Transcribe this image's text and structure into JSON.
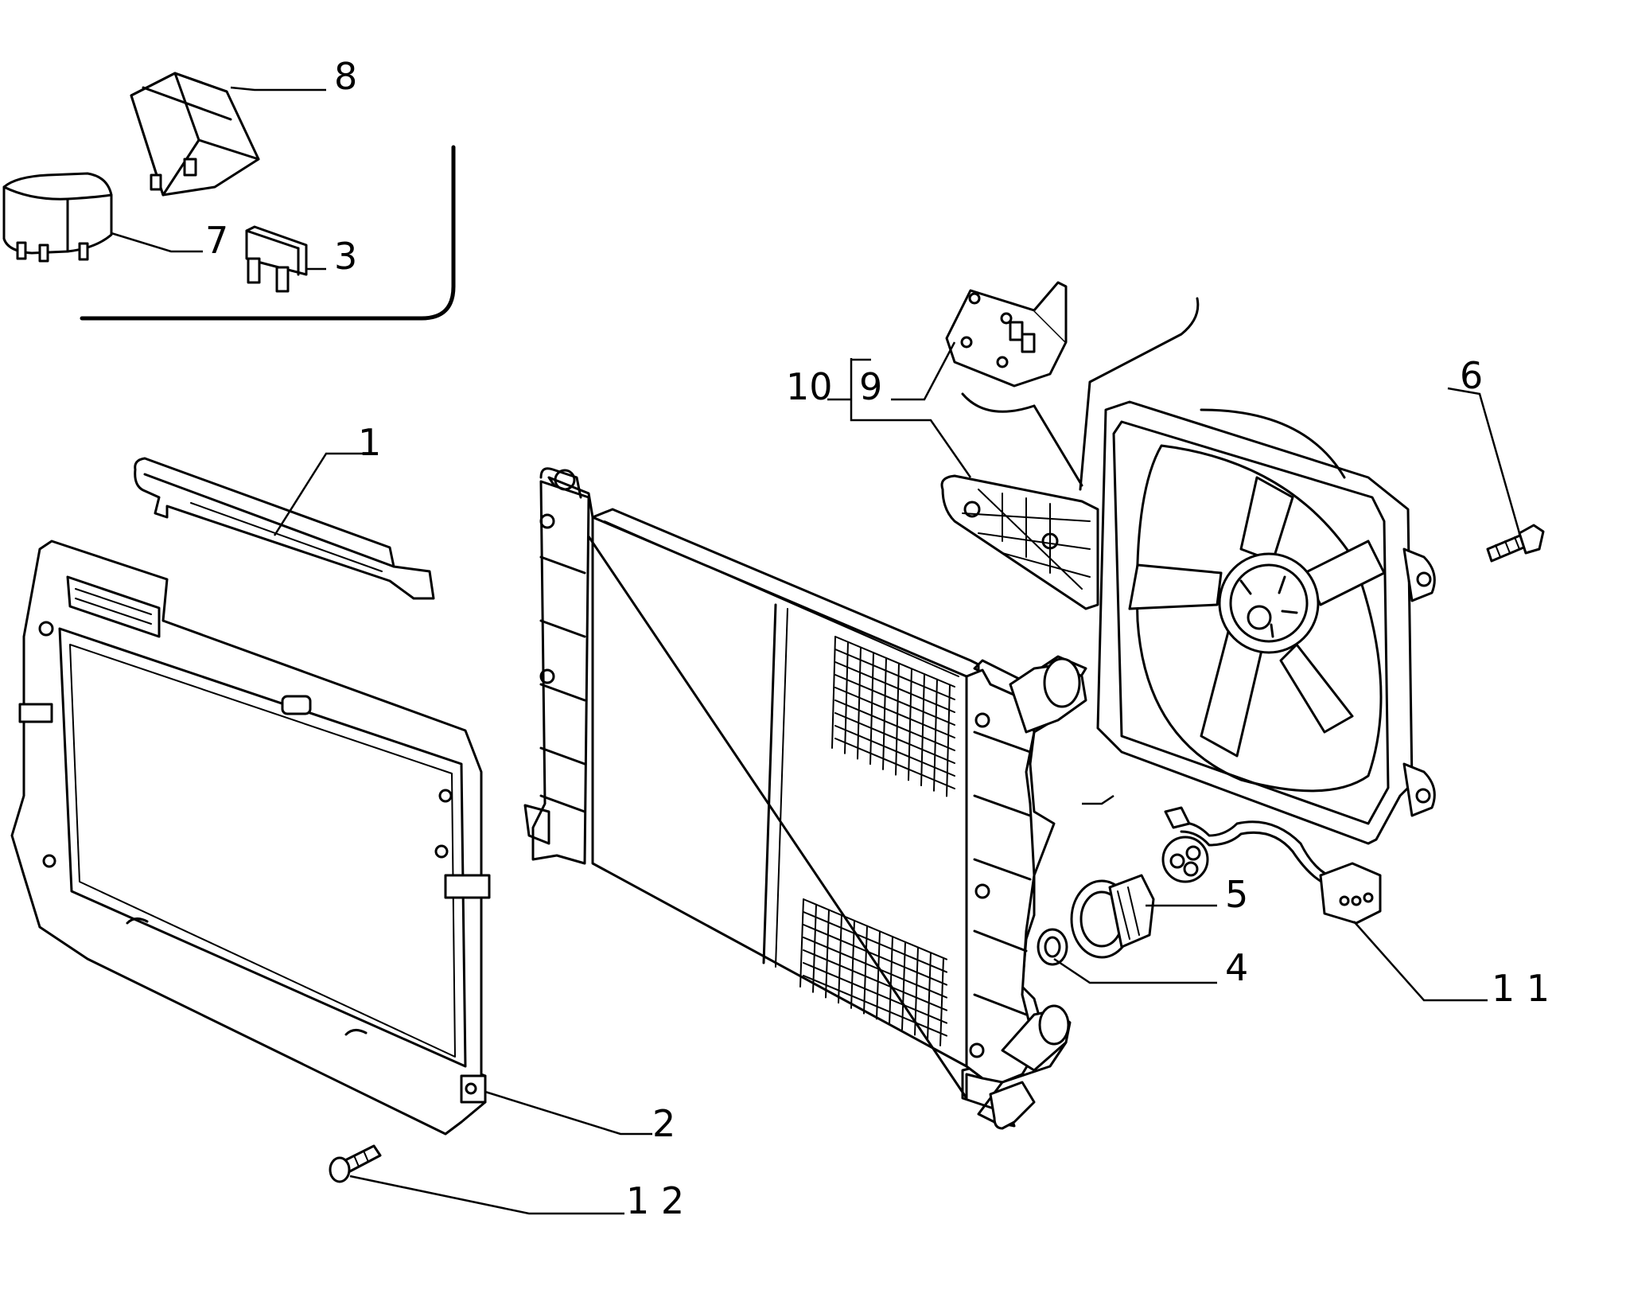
{
  "diagram": {
    "callouts": {
      "c1": "1",
      "c2": "2",
      "c3": "3",
      "c4": "4",
      "c5": "5",
      "c6": "6",
      "c7": "7",
      "c8": "8",
      "c9": "9",
      "c10": "10",
      "c11": "1 1",
      "c12": "1 2"
    }
  }
}
